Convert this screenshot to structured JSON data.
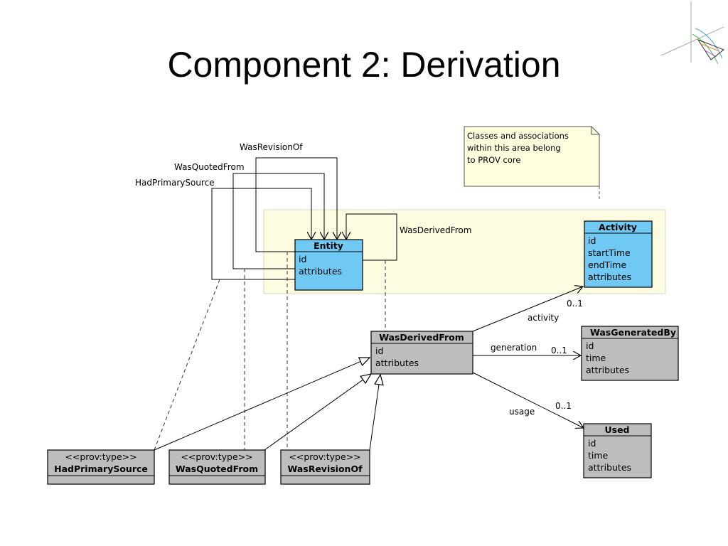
{
  "slide": {
    "title": "Component 2: Derivation"
  },
  "colors": {
    "core_area": "#fdfbe0",
    "core_class": "#6fc9f2",
    "ext_class": "#bdbdbd",
    "note": "#ffffe0"
  },
  "note": {
    "lines": [
      "Classes and associations",
      "within this area belong",
      "to PROV core"
    ]
  },
  "classes": {
    "entity": {
      "name": "Entity",
      "attrs": [
        "id",
        "attributes"
      ]
    },
    "activity": {
      "name": "Activity",
      "attrs": [
        "id",
        "startTime",
        "endTime",
        "attributes"
      ]
    },
    "was_derived_from": {
      "name": "WasDerivedFrom",
      "attrs": [
        "id",
        "attributes"
      ]
    },
    "was_generated_by": {
      "name": "WasGeneratedBy",
      "attrs": [
        "id",
        "time",
        "attributes"
      ]
    },
    "used": {
      "name": "Used",
      "attrs": [
        "id",
        "time",
        "attributes"
      ]
    },
    "had_primary_source": {
      "stereotype": "<<prov:type>>",
      "name": "HadPrimarySource"
    },
    "was_quoted_from": {
      "stereotype": "<<prov:type>>",
      "name": "WasQuotedFrom"
    },
    "was_revision_of": {
      "stereotype": "<<prov:type>>",
      "name": "WasRevisionOf"
    }
  },
  "labels": {
    "was_revision_of": "WasRevisionOf",
    "was_quoted_from": "WasQuotedFrom",
    "had_primary_source": "HadPrimarySource",
    "was_derived_from_self": "WasDerivedFrom",
    "activity": "activity",
    "activity_mult": "0..1",
    "generation": "generation",
    "generation_mult": "0..1",
    "usage": "usage",
    "usage_mult": "0..1"
  }
}
